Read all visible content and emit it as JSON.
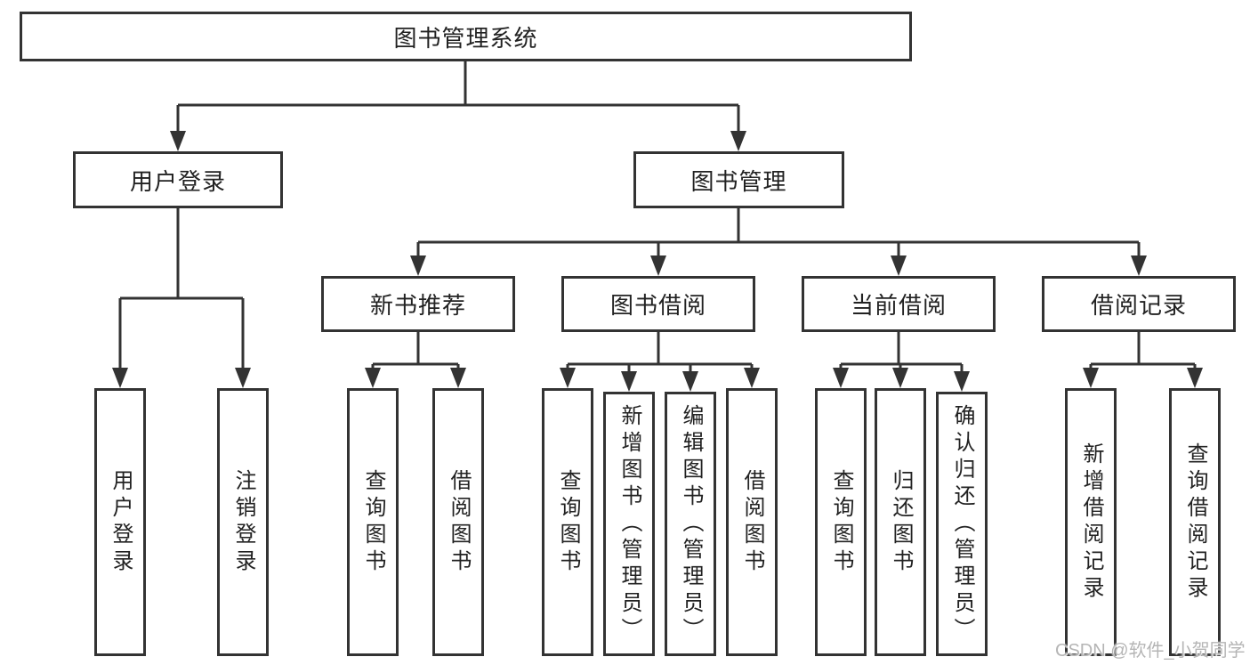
{
  "diagram": {
    "type": "hierarchy-tree",
    "title": "图书管理系统",
    "nodes": {
      "root": "图书管理系统",
      "userLogin": "用户登录",
      "bookManagement": "图书管理",
      "newBookRecommend": "新书推荐",
      "bookBorrow": "图书借阅",
      "currentBorrow": "当前借阅",
      "borrowRecords": "借阅记录",
      "leafUserLogin": "用户登录",
      "leafLogout": "注销登录",
      "leafQueryBooks1": "查询图书",
      "leafBorrowBooks1": "借阅图书",
      "leafQueryBooks2": "查询图书",
      "leafAddBooks": "新增图书（管理员）",
      "leafEditBooks": "编辑图书（管理员）",
      "leafBorrowBooks2": "借阅图书",
      "leafQueryBooks3": "查询图书",
      "leafReturnBooks": "归还图书",
      "leafConfirmReturn": "确认归还（管理员）",
      "leafAddBorrowRecord": "新增借阅记录",
      "leafQueryBorrowRecord": "查询借阅记录"
    },
    "hierarchy": {
      "图书管理系统": [
        "用户登录",
        "图书管理"
      ],
      "用户登录": [
        "用户登录",
        "注销登录"
      ],
      "图书管理": [
        "新书推荐",
        "图书借阅",
        "当前借阅",
        "借阅记录"
      ],
      "新书推荐": [
        "查询图书",
        "借阅图书"
      ],
      "图书借阅": [
        "查询图书",
        "新增图书（管理员）",
        "编辑图书（管理员）",
        "借阅图书"
      ],
      "当前借阅": [
        "查询图书",
        "归还图书",
        "确认归还（管理员）"
      ],
      "借阅记录": [
        "新增借阅记录",
        "查询借阅记录"
      ]
    },
    "colors": {
      "line": "#333333",
      "text": "#222222",
      "background": "#ffffff",
      "watermark": "#b5b5b5"
    },
    "watermark": "CSDN @软件_小贺同学"
  }
}
